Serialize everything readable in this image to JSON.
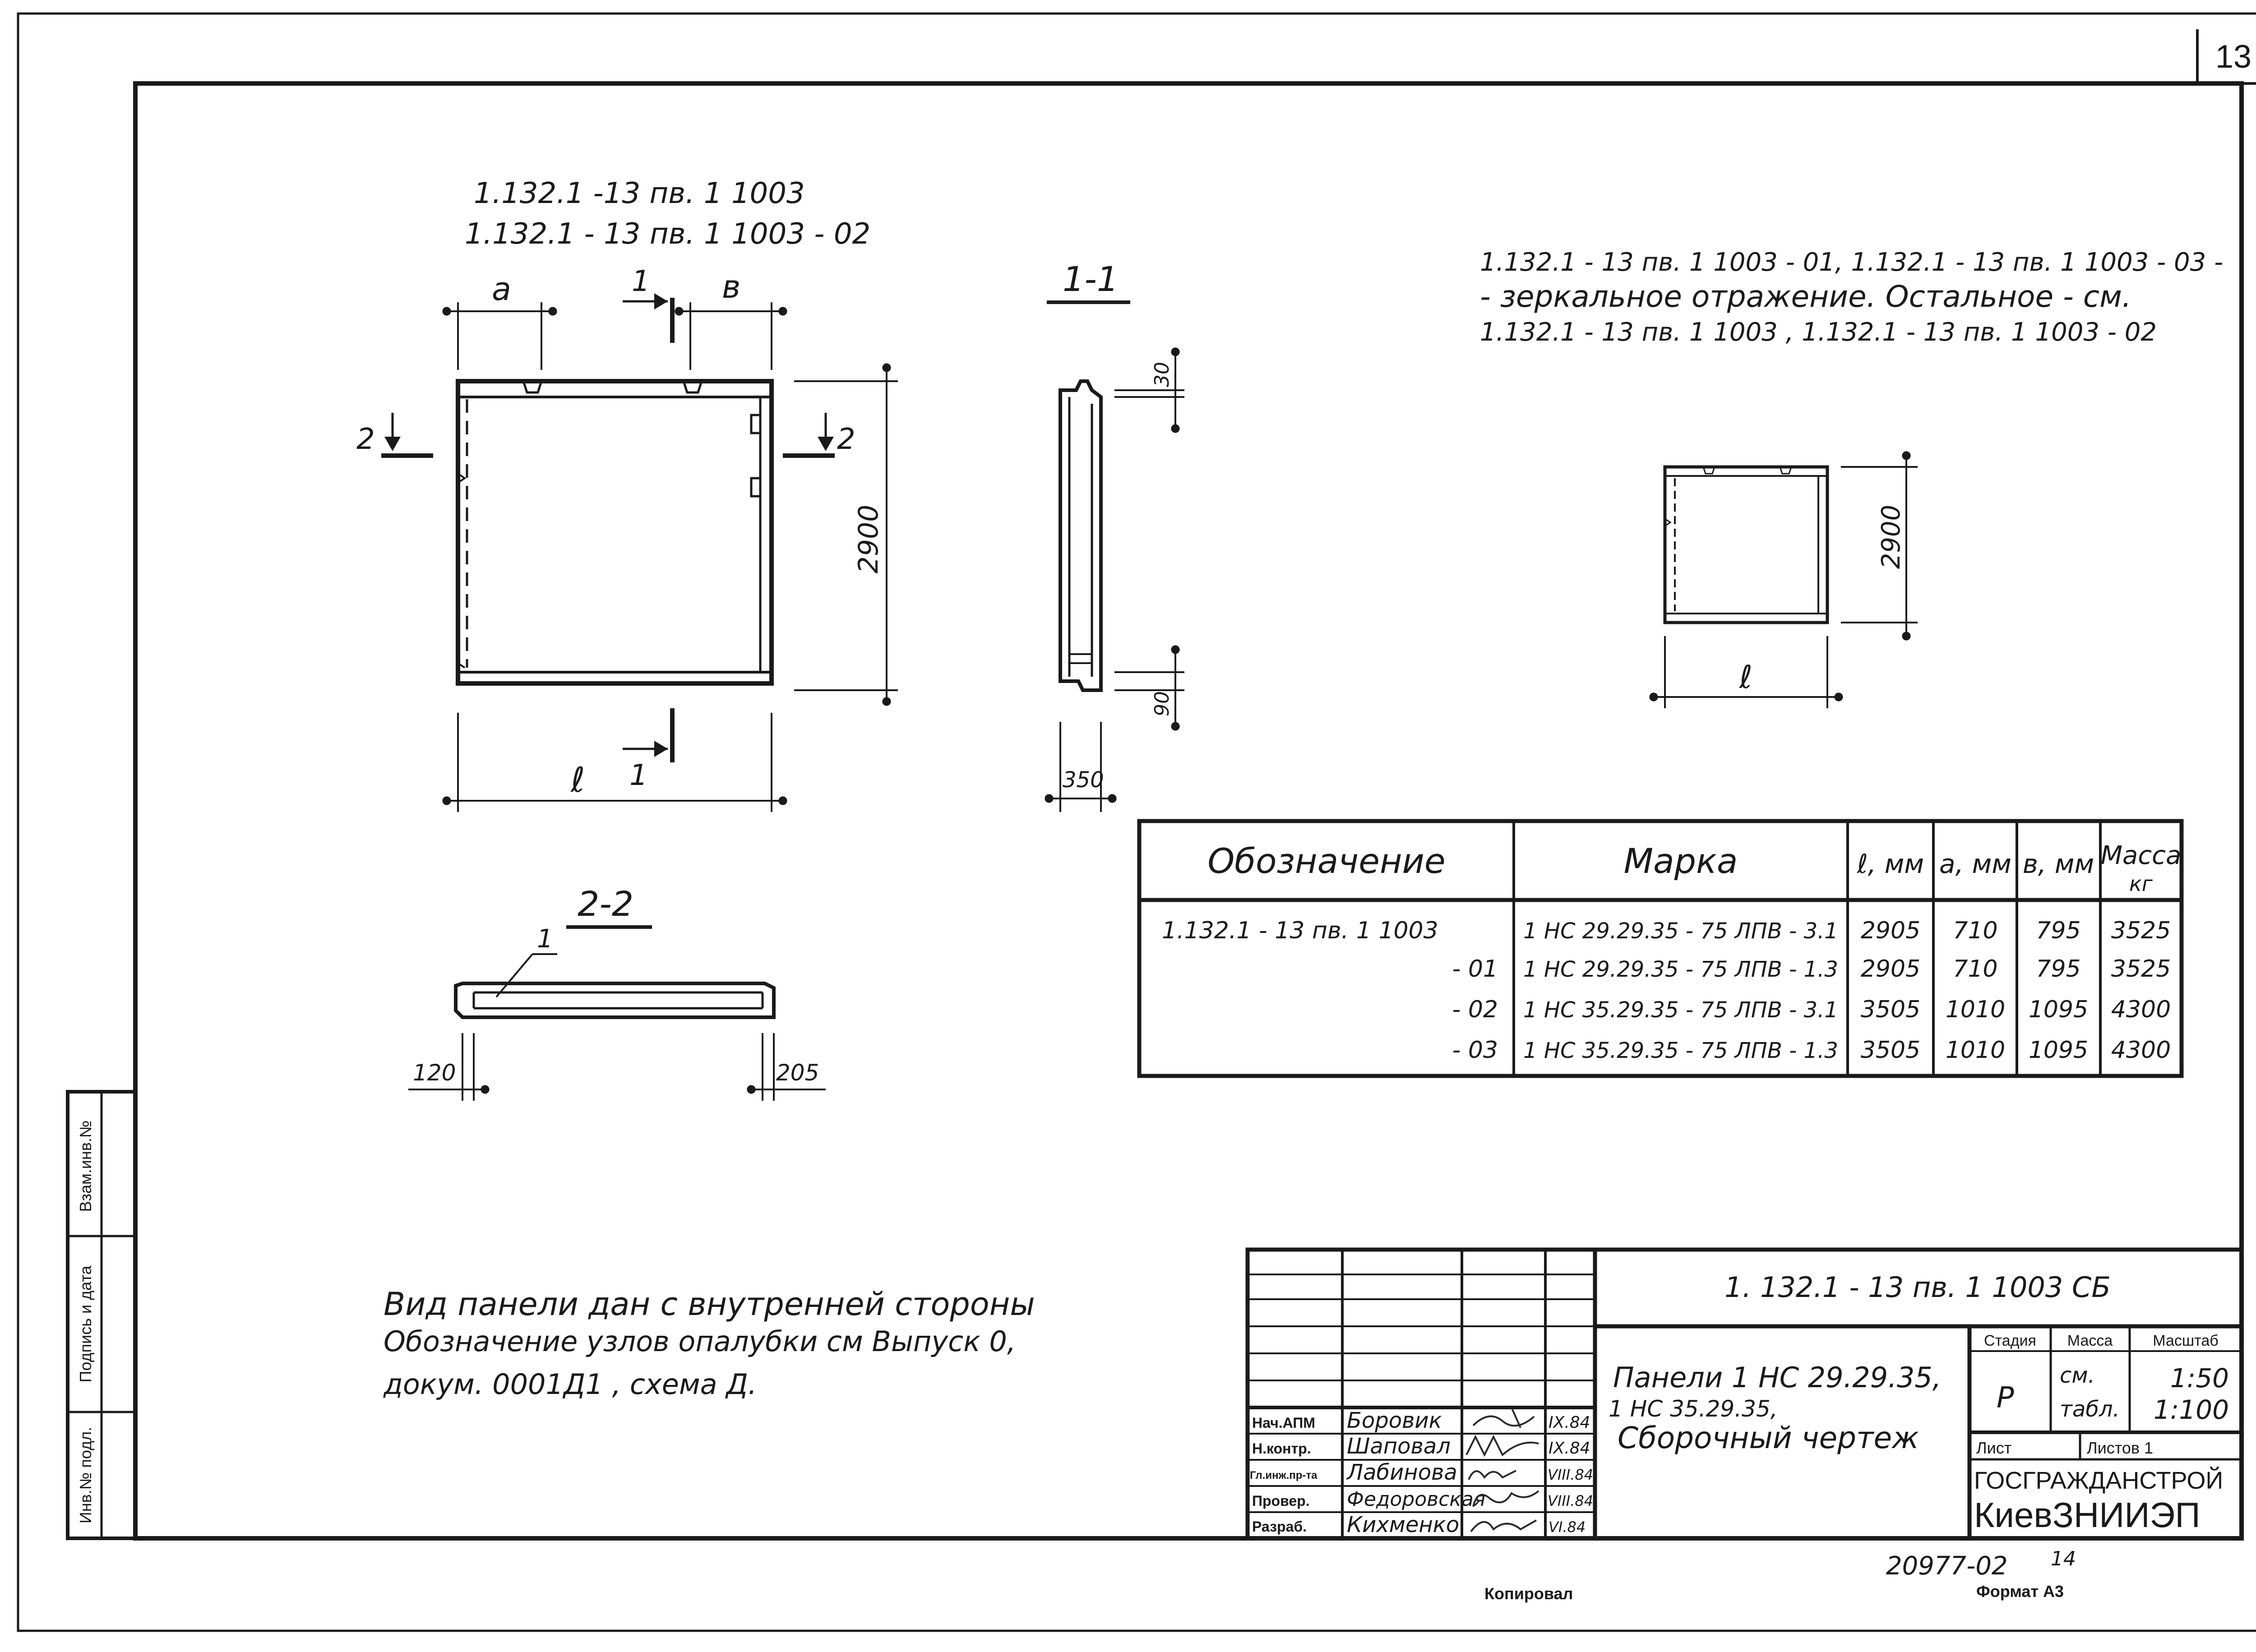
{
  "sheet": {
    "page_number": "13",
    "inventory_number": "20977-02",
    "inventory_suffix": "14",
    "copied_by_label": "Копировал",
    "format_label": "Формат А3"
  },
  "side_strip": {
    "labels": [
      "Взам.инв.№",
      "Подпись и дата",
      "Инв.№ подл."
    ]
  },
  "main_view": {
    "designations": [
      "1.132.1 -13 пв. 1 1003",
      "1.132.1 - 13 пв. 1 1003 - 02"
    ],
    "dim_a": "a",
    "dim_b": "в",
    "dim_l": "ℓ",
    "dim_height": "2900",
    "section_1_mark": "1",
    "section_2_mark": "2"
  },
  "section_1_1": {
    "title": "1-1",
    "dim_top": "30",
    "dim_bottom": "90",
    "dim_width": "350"
  },
  "section_2_2": {
    "title": "2-2",
    "callout": "1",
    "dim_left": "120",
    "dim_right": "205"
  },
  "mirror_note": {
    "lines": [
      "1.132.1 - 13 пв. 1 1003 - 01, 1.132.1 - 13 пв. 1 1003 - 03 -",
      "- зеркальное отражение. Остальное - см.",
      "1.132.1 - 13 пв. 1 1003 , 1.132.1 - 13 пв. 1 1003 - 02"
    ]
  },
  "small_view": {
    "dim_height": "2900",
    "dim_l": "ℓ"
  },
  "spec_table": {
    "headers": [
      "Обозначение",
      "Марка",
      "ℓ, мм",
      "a, мм",
      "в, мм",
      "Масса",
      "кг"
    ],
    "rows": [
      {
        "designation": "1.132.1 - 13 пв. 1 1003",
        "mark": "1 НС 29.29.35 - 75 ЛПВ - 3.1",
        "l": "2905",
        "a": "710",
        "b": "795",
        "mass": "3525"
      },
      {
        "designation": "- 01",
        "mark": "1 НС 29.29.35 - 75 ЛПВ - 1.3",
        "l": "2905",
        "a": "710",
        "b": "795",
        "mass": "3525"
      },
      {
        "designation": "- 02",
        "mark": "1 НС 35.29.35 - 75 ЛПВ - 3.1",
        "l": "3505",
        "a": "1010",
        "b": "1095",
        "mass": "4300"
      },
      {
        "designation": "- 03",
        "mark": "1 НС 35.29.35 - 75 ЛПВ - 1.3",
        "l": "3505",
        "a": "1010",
        "b": "1095",
        "mass": "4300"
      }
    ]
  },
  "notes": {
    "lines": [
      "Вид панели дан с внутренней стороны",
      "Обозначение узлов опалубки см Выпуск 0,",
      "докум. 0001Д1 , схема Д."
    ]
  },
  "title_block": {
    "doc_code": "1. 132.1 - 13 пв.   1   1003  СБ",
    "title_lines": [
      "Панели  1 НС 29.29.35,",
      "1 НС 35.29.35,",
      "Сборочный  чертеж"
    ],
    "stage_label": "Стадия",
    "mass_label": "Масса",
    "scale_label": "Масштаб",
    "stage_value": "Р",
    "mass_value_lines": [
      "см.",
      "табл."
    ],
    "scale_values": [
      "1:50",
      "1:100"
    ],
    "sheet_label": "Лист",
    "sheets_label": "Листов 1",
    "org_line1": "ГОСГРАЖДАНСТРОЙ",
    "org_line2": "КиевЗНИИЭП",
    "staff": [
      {
        "role": "Нач.АПМ",
        "name": "Боровик",
        "date": "IX.84"
      },
      {
        "role": "Н.контр.",
        "name": "Шаповал",
        "date": "IX.84"
      },
      {
        "role": "Гл.инж.пр-та",
        "name": "Лабинова",
        "date": "VIII.84"
      },
      {
        "role": "Провер.",
        "name": "Федоровская",
        "date": "VIII.84"
      },
      {
        "role": "Разраб.",
        "name": "Кихменко",
        "date": "VI.84"
      }
    ]
  }
}
